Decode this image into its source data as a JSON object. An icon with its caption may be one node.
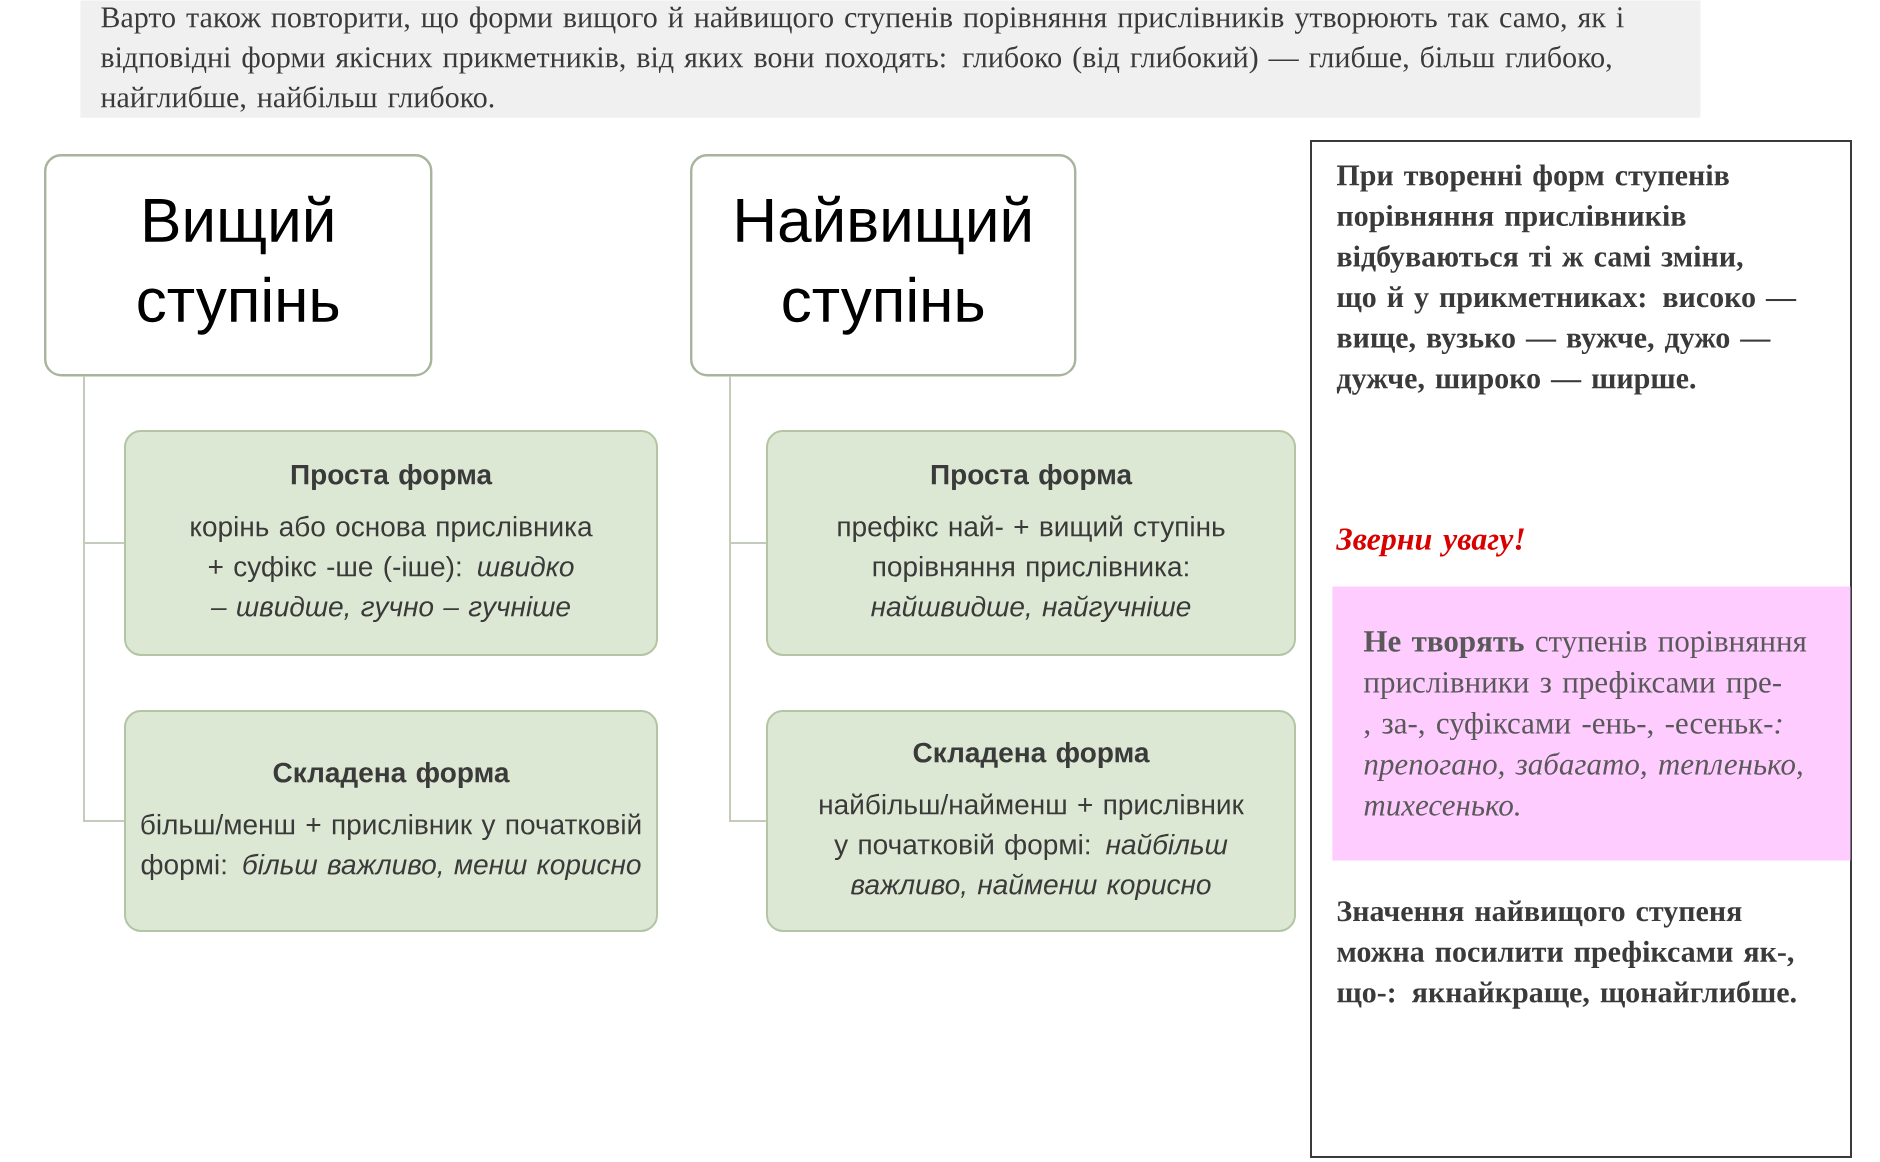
{
  "diagram": {
    "nodes": [
      {
        "text": [
          "Вищий ступінь"
        ]
      },
      {
        "text": [
          "Проста форма",
          "корінь або основа прислівника + суфікс -ше (-іше): *швидко – швидше, гучно – гучніше*"
        ]
      },
      {
        "text": [
          "Складена форма",
          "більш/менш + прислівник у початковій формі: *більш важливо, менш корисно*"
        ]
      },
      {
        "text": [
          "Найвищий ступінь"
        ]
      },
      {
        "text": [
          "Проста форма",
          "префікс най- + вищий ступінь порівняння прислівника: *найшвидше, найгучніше*"
        ]
      },
      {
        "text": [
          "Складена форма",
          "найбільш/найменш + прислівник у початковій формі: *найбільш важливо, найменш корисно*"
        ]
      },
      {
        "text": [
          "При творенні форм ступенів порівняння прислівників відбуваються ті ж самі зміни, що й у прикметниках: високо — вище, вузько — вужче, дужо — дужче, широко — ширше.",
          "Зверни увагу!",
          "Значення найвищого ступеня можна посилити префіксами як-, що-: якнайкраще, щонайглибше."
        ]
      },
      {
        "text": [
          "**Не творять** ступенів порівняння прислівники з префіксами пре-, за-, суфіксами -ень-, -есеньк-*: препогано, забагато, тепленько, тихесенько.*"
        ],
        "in": 6
      }
    ],
    "edges": [
      {
        "from": 0,
        "to": 1,
        "arrow": "none"
      },
      {
        "from": 0,
        "to": 2,
        "arrow": "none"
      },
      {
        "from": 3,
        "to": 4,
        "arrow": "none"
      },
      {
        "from": 3,
        "to": 5,
        "arrow": "none"
      }
    ],
    "labels": [
      "Варто також повторити, що форми вищого й найвищого ступенів порівняння прислівників утворюють так само, як і відповідні форми якісних прикметників, від яких вони походять: глибоко (від глибокий) — глибше, більш глибоко, найглибше, найбільш глибоко."
    ]
  }
}
